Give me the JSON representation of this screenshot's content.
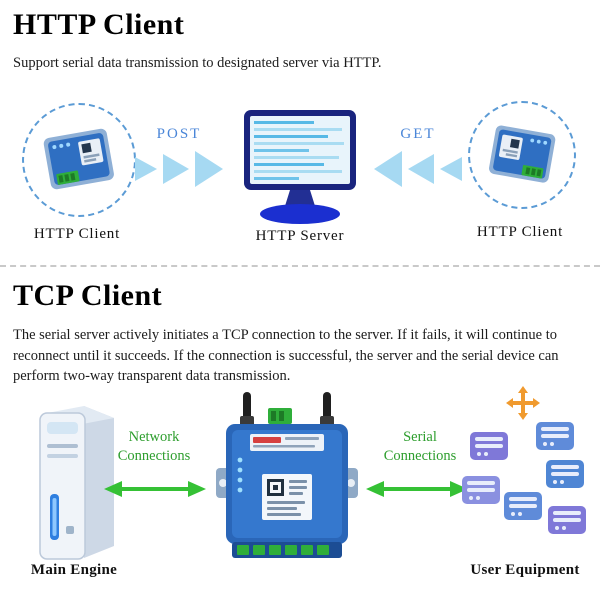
{
  "http_section": {
    "title": "HTTP Client",
    "subtitle": "Support serial data transmission to designated server via HTTP.",
    "post_label": "POST",
    "get_label": "GET",
    "client_left_caption": "HTTP Client",
    "server_caption": "HTTP Server",
    "client_right_caption": "HTTP Client"
  },
  "tcp_section": {
    "title": "TCP Client",
    "description": "The serial server actively initiates a TCP connection to the server. If it fails, it will continue to reconnect until it succeeds. If the connection is successful, the server and the serial device can perform two-way transparent data transmission.",
    "network_connection": {
      "line1": "Network",
      "line2": "Connections"
    },
    "serial_connection": {
      "line1": "Serial",
      "line2": "Connections"
    },
    "main_engine_caption": "Main Engine",
    "user_equipment_caption": "User Equipment"
  },
  "colors": {
    "title_text": "#000000",
    "body_text": "#1c1c1c",
    "http_verb_blue": "#4a86d8",
    "arrow_light_blue": "#a6d9f2",
    "dashed_circle_blue": "#5b9bd5",
    "monitor_frame_navy": "#19247e",
    "monitor_base_blue": "#1b2fd0",
    "device_body_blue": "#2f6fc2",
    "terminal_green": "#2fae3a",
    "connection_text_green": "#2e9e2e",
    "connection_arrow_green": "#35c135"
  }
}
